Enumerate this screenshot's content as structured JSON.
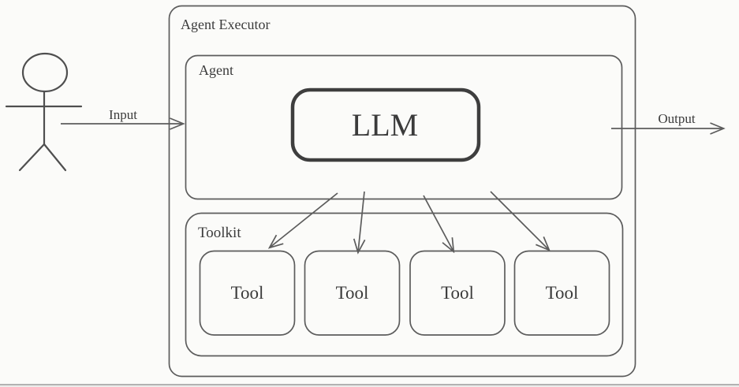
{
  "colors": {
    "background": "#fbfbf9",
    "line": "#5c5c5c",
    "actor_line": "#4f4f4f",
    "llm_border": "#3e3e3e",
    "text": "#3b3b3b",
    "bottom_rule": "#9a9a9a"
  },
  "labels": {
    "input": "Input",
    "output": "Output"
  },
  "boxes": {
    "agent_executor": {
      "title": "Agent Executor"
    },
    "agent": {
      "title": "Agent"
    },
    "llm": {
      "title": "LLM"
    },
    "toolkit": {
      "title": "Toolkit"
    }
  },
  "tools": [
    {
      "label": "Tool"
    },
    {
      "label": "Tool"
    },
    {
      "label": "Tool"
    },
    {
      "label": "Tool"
    }
  ]
}
